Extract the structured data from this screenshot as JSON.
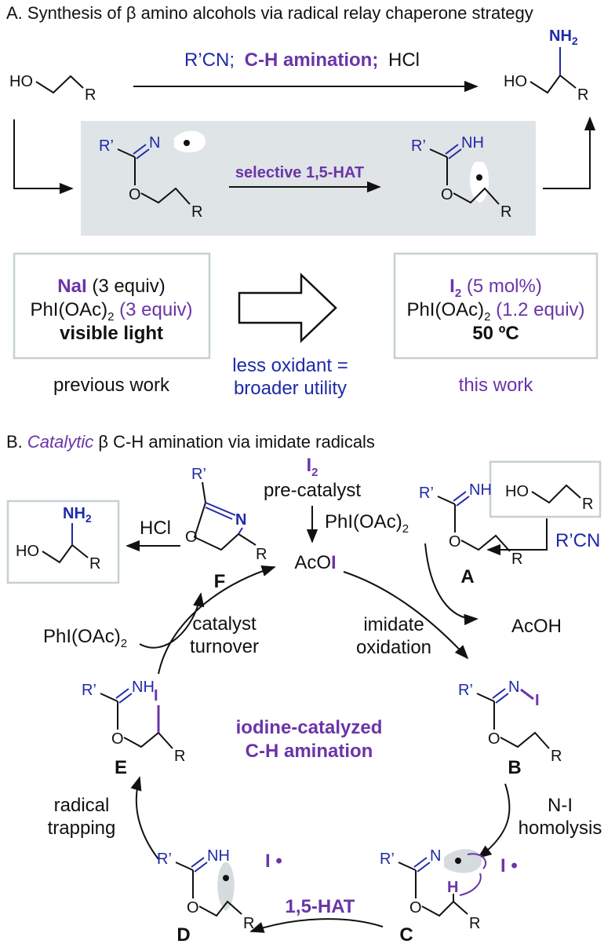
{
  "sectionA": {
    "title": "A. Synthesis of β amino alcohols via radical relay chaperone strategy",
    "top_condition": {
      "part1": "R’CN;",
      "part2": "C-H amination;",
      "part3": "HCl"
    },
    "ho": "HO",
    "r": "R",
    "nh2": "NH",
    "nh2_sub": "2",
    "rprime": "R’",
    "n": "N",
    "nh": "NH",
    "o": "O",
    "hat_label": "selective 1,5-HAT",
    "previous": {
      "line1a": "NaI",
      "line1b": " (3 equiv)",
      "line2a": "PhI(OAc)",
      "line2sub": "2",
      "line2b": " (3 equiv)",
      "line3": "visible light",
      "caption": "previous work"
    },
    "middle_caption": {
      "line1": "less oxidant =",
      "line2": "broader utility"
    },
    "current": {
      "line1a": "I",
      "line1sub": "2",
      "line1b": " (5 mol%)",
      "line2a": "PhI(OAc)",
      "line2sub": "2",
      "line2b": " (1.2 equiv)",
      "line3": "50 ºC",
      "caption": "this work"
    }
  },
  "sectionB": {
    "title_pre": "B. ",
    "title_cat": "Catalytic",
    "title_post": " β C-H amination via imidate radicals",
    "i2": "I",
    "i2_sub": "2",
    "precatalyst": "pre-catalyst",
    "phioac_a": "PhI(OAc)",
    "phioac_sub": "2",
    "acoi_a": "AcO",
    "acoi_b": "I",
    "hcl": "HCl",
    "rcn": "R’CN",
    "acoh": "AcOH",
    "catalyst_turnover": {
      "line1": "catalyst",
      "line2": "turnover"
    },
    "imidate_oxidation": {
      "line1": "imidate",
      "line2": "oxidation"
    },
    "center": {
      "line1": "iodine-catalyzed",
      "line2": "C-H amination"
    },
    "nI_homolysis": {
      "line1": "N-I",
      "line2": "homolysis"
    },
    "radical_trapping": {
      "line1": "radical",
      "line2": "trapping"
    },
    "hat15": "1,5-HAT",
    "i_rad": "I •",
    "iodo": "I",
    "h": "H",
    "compounds": {
      "A": "A",
      "B": "B",
      "C": "C",
      "D": "D",
      "E": "E",
      "F": "F"
    }
  }
}
